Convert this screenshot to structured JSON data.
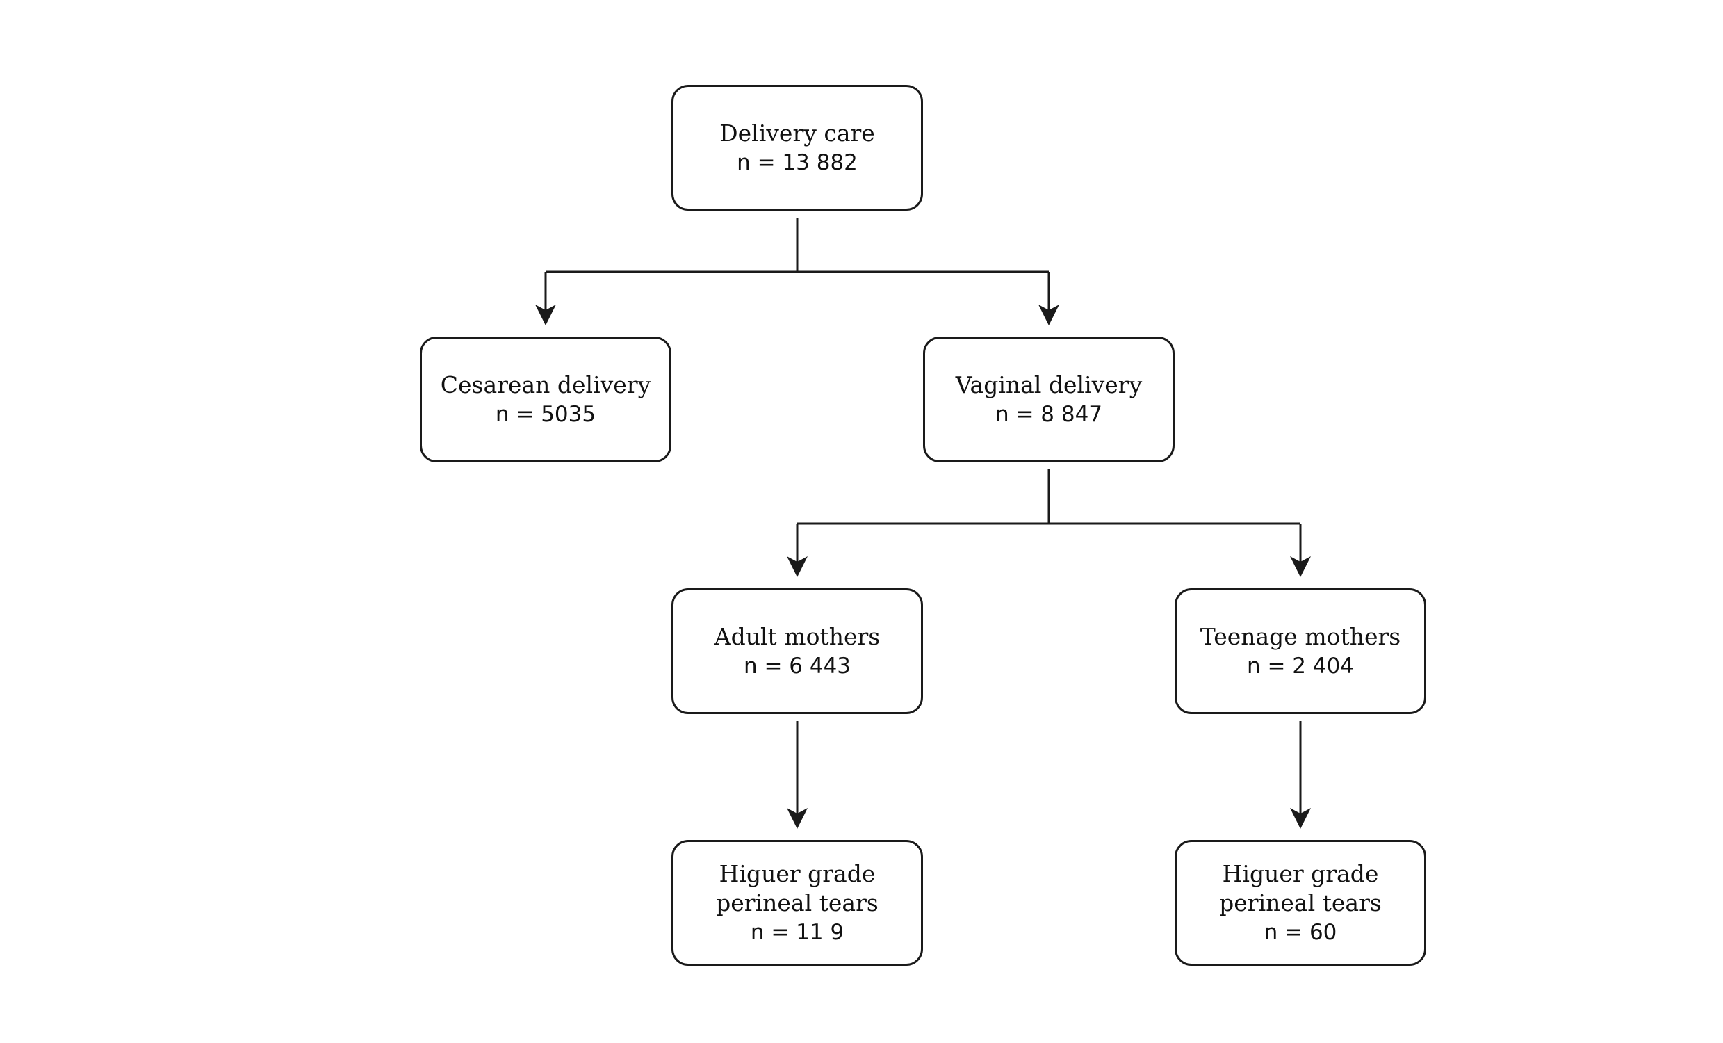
{
  "nodes": {
    "delivery_care": {
      "label": "Delivery care",
      "count": "n = 13 882"
    },
    "cesarean": {
      "label": "Cesarean delivery",
      "count": "n = 5035"
    },
    "vaginal": {
      "label": "Vaginal delivery",
      "count": "n = 8 847"
    },
    "adult": {
      "label": "Adult mothers",
      "count": "n = 6 443"
    },
    "teen": {
      "label": "Teenage mothers",
      "count": "n = 2 404"
    },
    "tears_adult": {
      "label_line1": "Higuer grade",
      "label_line2": "perineal tears",
      "count": "n = 11 9"
    },
    "tears_teen": {
      "label_line1": "Higuer grade",
      "label_line2": "perineal tears",
      "count": "n = 60"
    }
  },
  "colors": {
    "stroke": "#1a1a1a",
    "background": "#ffffff"
  }
}
